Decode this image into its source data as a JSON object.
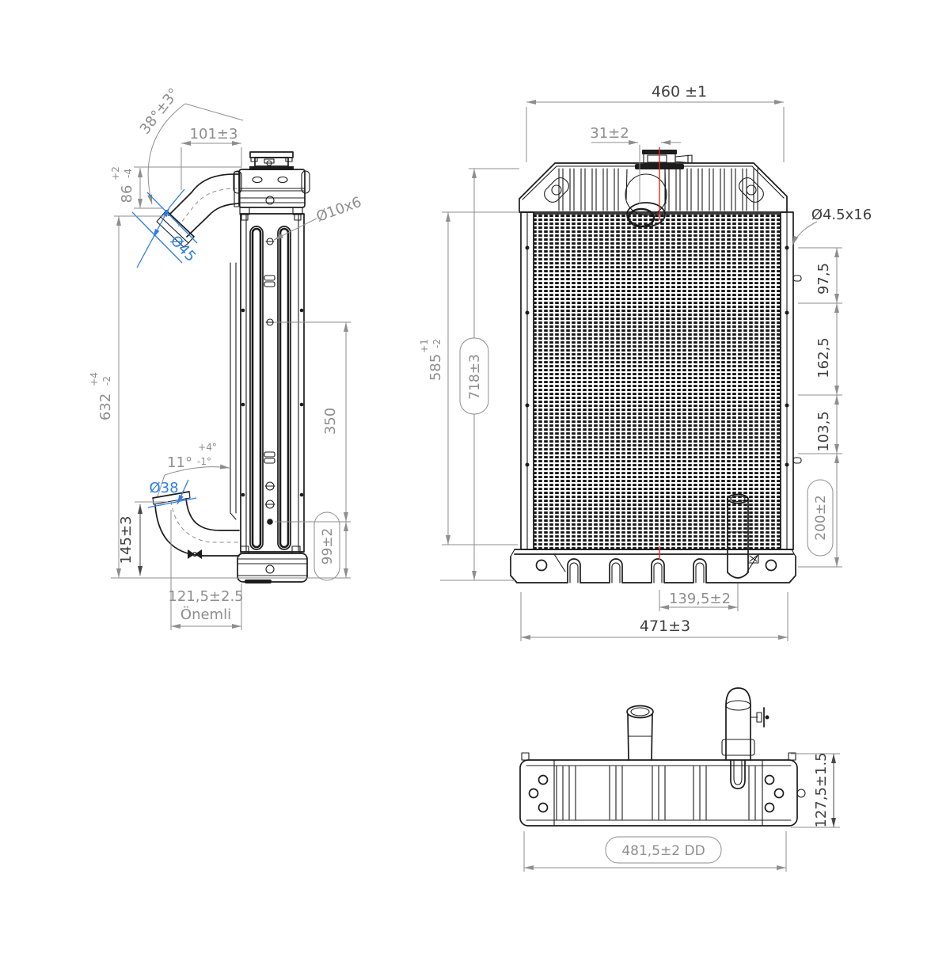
{
  "colors": {
    "part_line": "#1c1c1c",
    "dim_gray": "#8e8e8e",
    "dim_dark": "#3f3f3f",
    "accent_blue": "#2e7ee6",
    "centerline_red": "#e02a20",
    "background": "#ffffff"
  },
  "side_view": {
    "angle_top": "38°±3°",
    "len_top": "101±3",
    "h86": {
      "value": "86",
      "tol_up": "+2",
      "tol_dn": "-4"
    },
    "dia_top_pipe": "Ø45",
    "hole_side": "Ø10x6",
    "h632": {
      "value": "632",
      "tol_up": "+4",
      "tol_dn": "-2"
    },
    "h350": "350",
    "angle_bottom": {
      "value": "11°",
      "tol_up": "+4°",
      "tol_dn": "-1°"
    },
    "dia_bottom_pipe": "Ø38",
    "h145": "145±3",
    "h99": "99±2",
    "w121": "121,5±2.5",
    "w121_note": "Önemli"
  },
  "front_view": {
    "w460": "460 ±1",
    "off31": "31±2",
    "h585": {
      "value": "585",
      "tol_up": "+1",
      "tol_dn": "-2"
    },
    "h718": "718±3",
    "hole_pattern": "Ø4.5x16",
    "seg97": "97,5",
    "seg162": "162,5",
    "seg103": "103,5",
    "seg200": "200±2",
    "off139": "139,5±2",
    "w471": "471±3"
  },
  "bottom_view": {
    "w481": "481,5±2 DD",
    "h127": "127,5±1.5"
  }
}
